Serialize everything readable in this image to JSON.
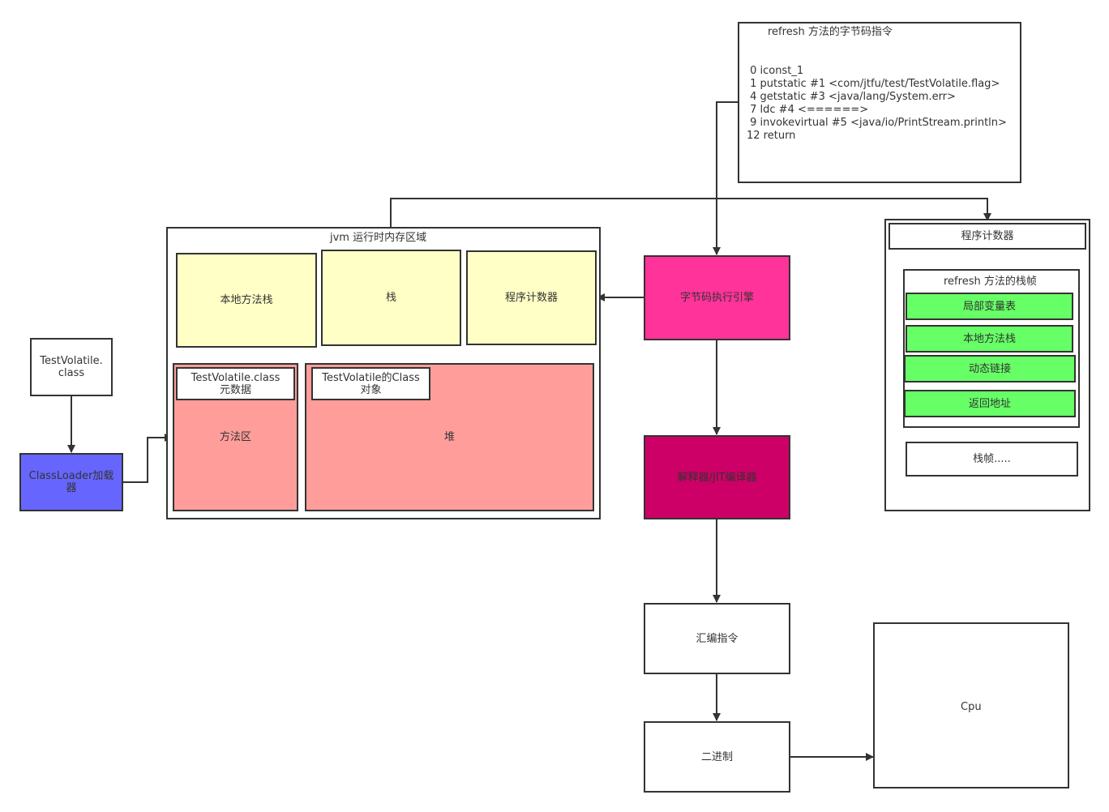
{
  "bytecode": {
    "title": "refresh 方法的字节码指令",
    "lines": [
      " 0 iconst_1",
      " 1 putstatic #1 <com/jtfu/test/TestVolatile.flag>",
      " 4 getstatic #3 <java/lang/System.err>",
      " 7 ldc #4 <======>",
      " 9 invokevirtual #5 <java/io/PrintStream.println>",
      "12 return"
    ]
  },
  "jvm": {
    "title": "jvm 运行时内存区域",
    "native_stack": "本地方法栈",
    "stack": "栈",
    "pc": "程序计数器",
    "method_area": "方法区",
    "class_meta": "TestVolatile.class\n元数据",
    "heap": "堆",
    "class_object": "TestVolatile的Class\n对象"
  },
  "class_file": "TestVolatile.\nclass",
  "class_loader": "ClassLoader加载\n器",
  "engine": "字节码执行引擎",
  "interpreter": "解释器/JIT编译器",
  "assembly": "汇编指令",
  "binary": "二进制",
  "cpu": "Cpu",
  "thread": {
    "pc": "程序计数器",
    "frame_title": "refresh 方法的栈帧",
    "frame_items": [
      "局部变量表",
      "本地方法栈",
      "动态链接",
      "返回地址"
    ],
    "more_frames": "栈帧....."
  },
  "colors": {
    "yellow": "#ffffc6",
    "red": "#ff9d9b",
    "pink": "#ff3399",
    "magenta": "#cc0066",
    "purple": "#6666ff",
    "green": "#66ff66",
    "line": "#333333"
  }
}
